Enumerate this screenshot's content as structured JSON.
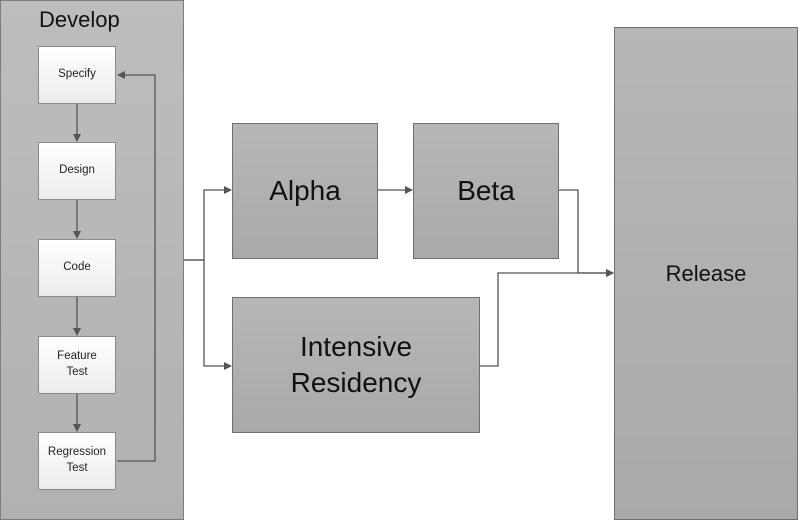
{
  "develop": {
    "title": "Develop",
    "steps": [
      {
        "id": "specify",
        "label": "Specify"
      },
      {
        "id": "design",
        "label": "Design"
      },
      {
        "id": "code",
        "label": "Code"
      },
      {
        "id": "feature-test",
        "label": "Feature\nTest"
      },
      {
        "id": "regression-test",
        "label": "Regression\nTest"
      }
    ]
  },
  "stages": {
    "alpha": "Alpha",
    "beta": "Beta",
    "intensive_residency": "Intensive\nResidency",
    "release": "Release"
  }
}
